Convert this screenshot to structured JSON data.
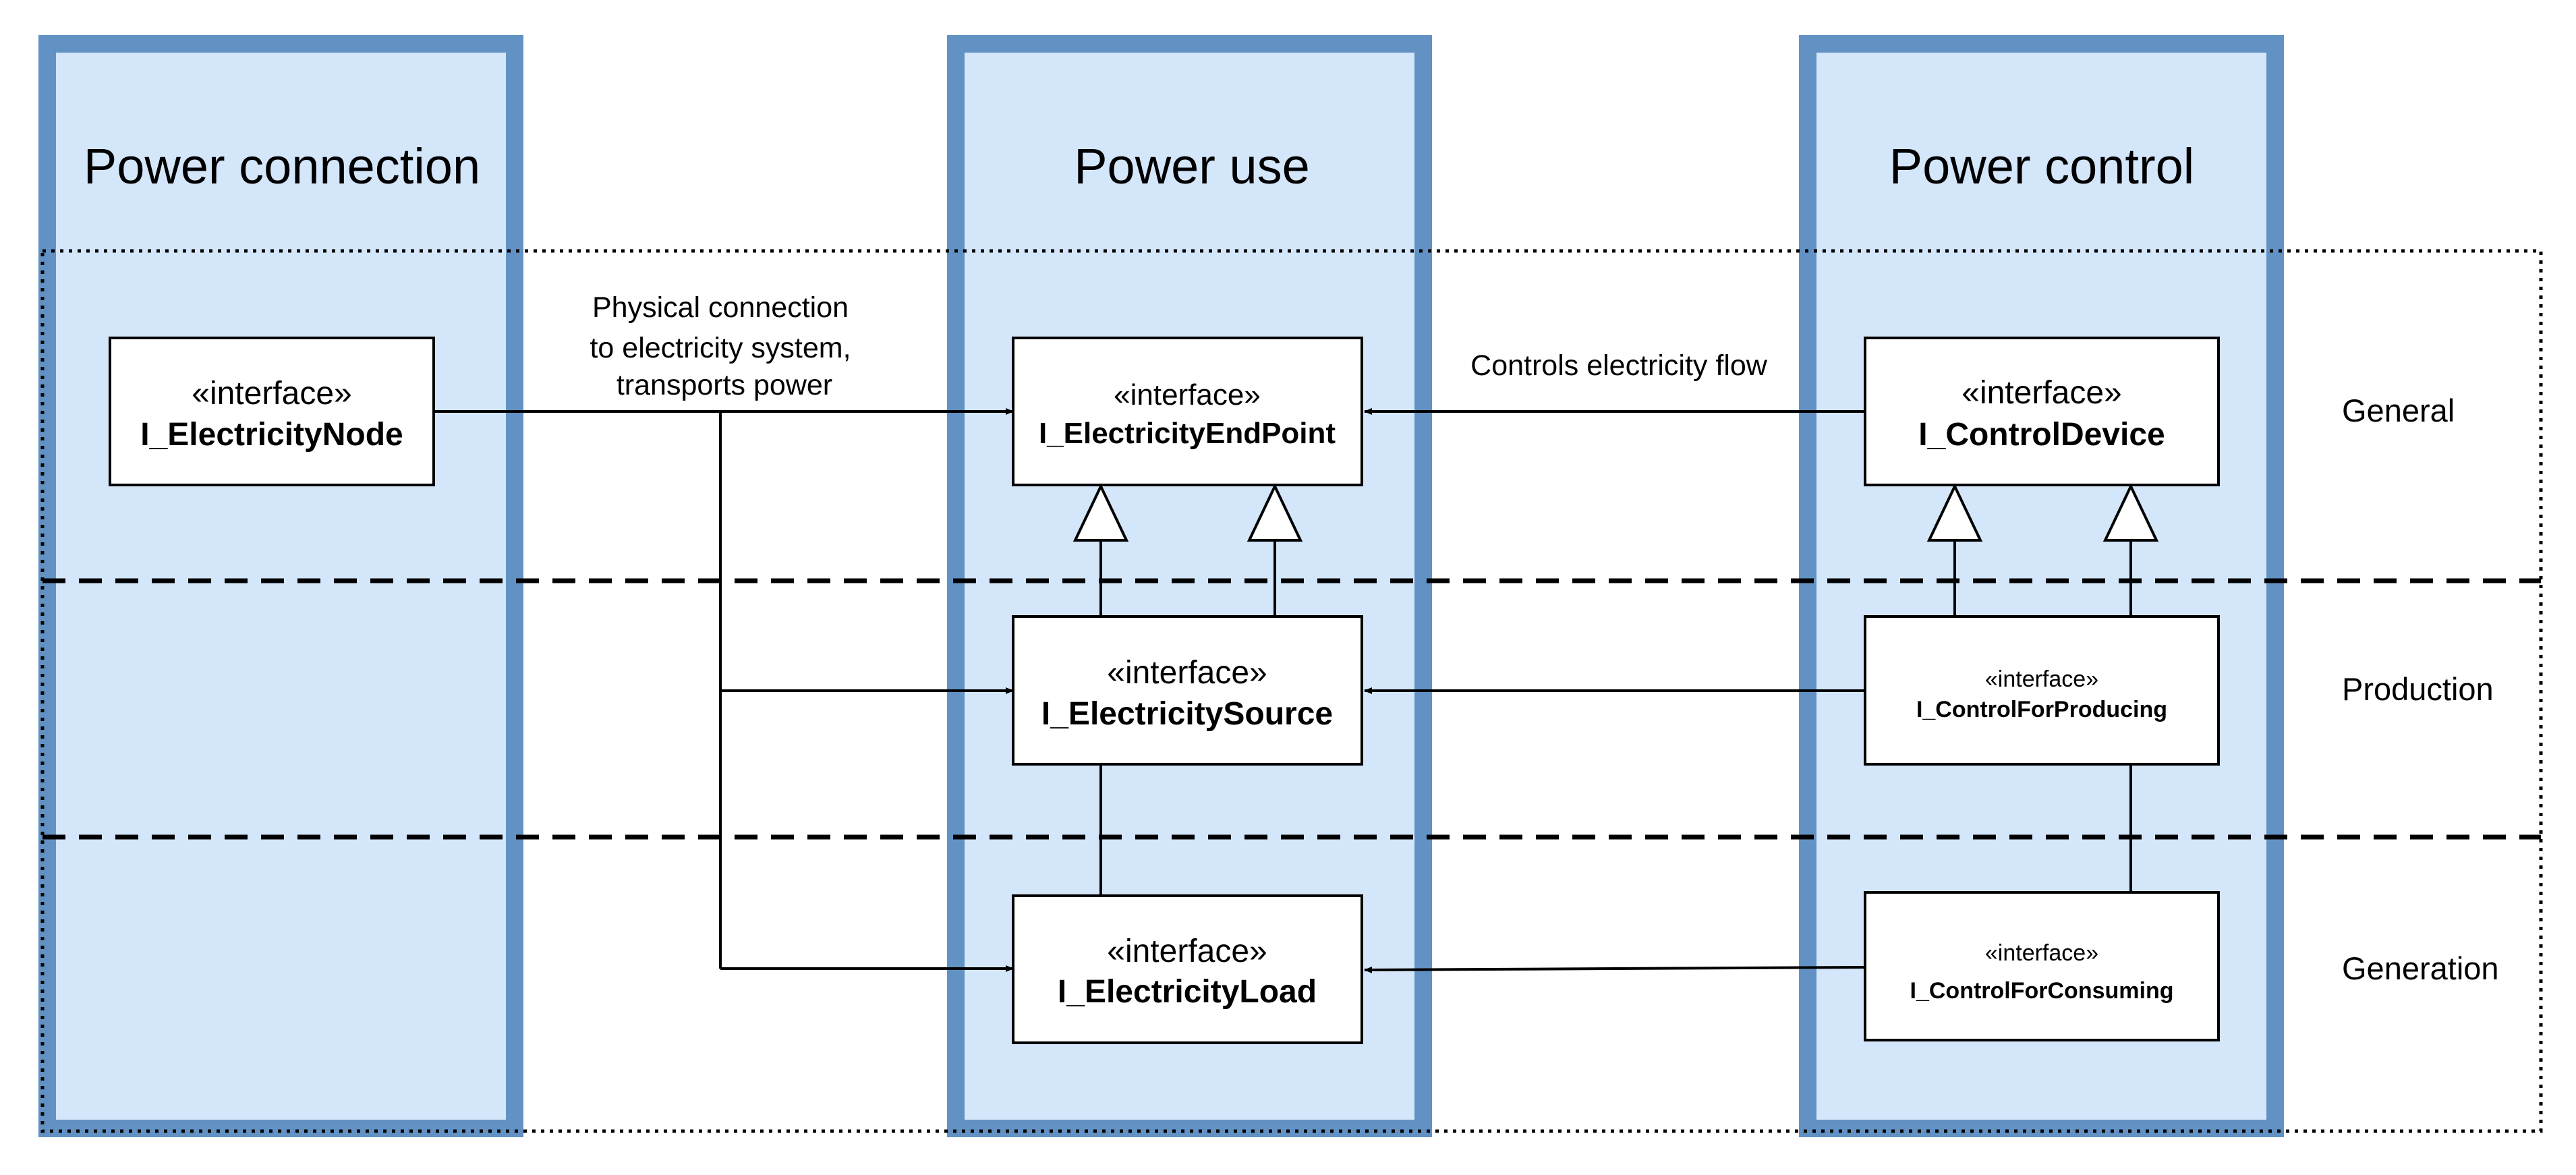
{
  "columns": {
    "power_connection": "Power connection",
    "power_use": "Power use",
    "power_control": "Power control"
  },
  "layers": {
    "general": "General",
    "production": "Production",
    "generation": "Generation"
  },
  "interfaces": {
    "node": {
      "stereotype": "«interface»",
      "name": "I_ElectricityNode"
    },
    "endpoint": {
      "stereotype": "«interface»",
      "name": "I_ElectricityEndPoint"
    },
    "source": {
      "stereotype": "«interface»",
      "name": "I_ElectricitySource"
    },
    "load": {
      "stereotype": "«interface»",
      "name": "I_ElectricityLoad"
    },
    "control_device": {
      "stereotype": "«interface»",
      "name": "I_ControlDevice"
    },
    "control_producing": {
      "stereotype": "«interface»",
      "name": "I_ControlForProducing"
    },
    "control_consuming": {
      "stereotype": "«interface»",
      "name": "I_ControlForConsuming"
    }
  },
  "connections": {
    "physical": [
      "Physical connection",
      "to electricity system,",
      "transports power"
    ],
    "controls": "Controls electricity flow"
  },
  "colors": {
    "column_fill": "#d4e6fa",
    "column_border": "#6292c4"
  }
}
